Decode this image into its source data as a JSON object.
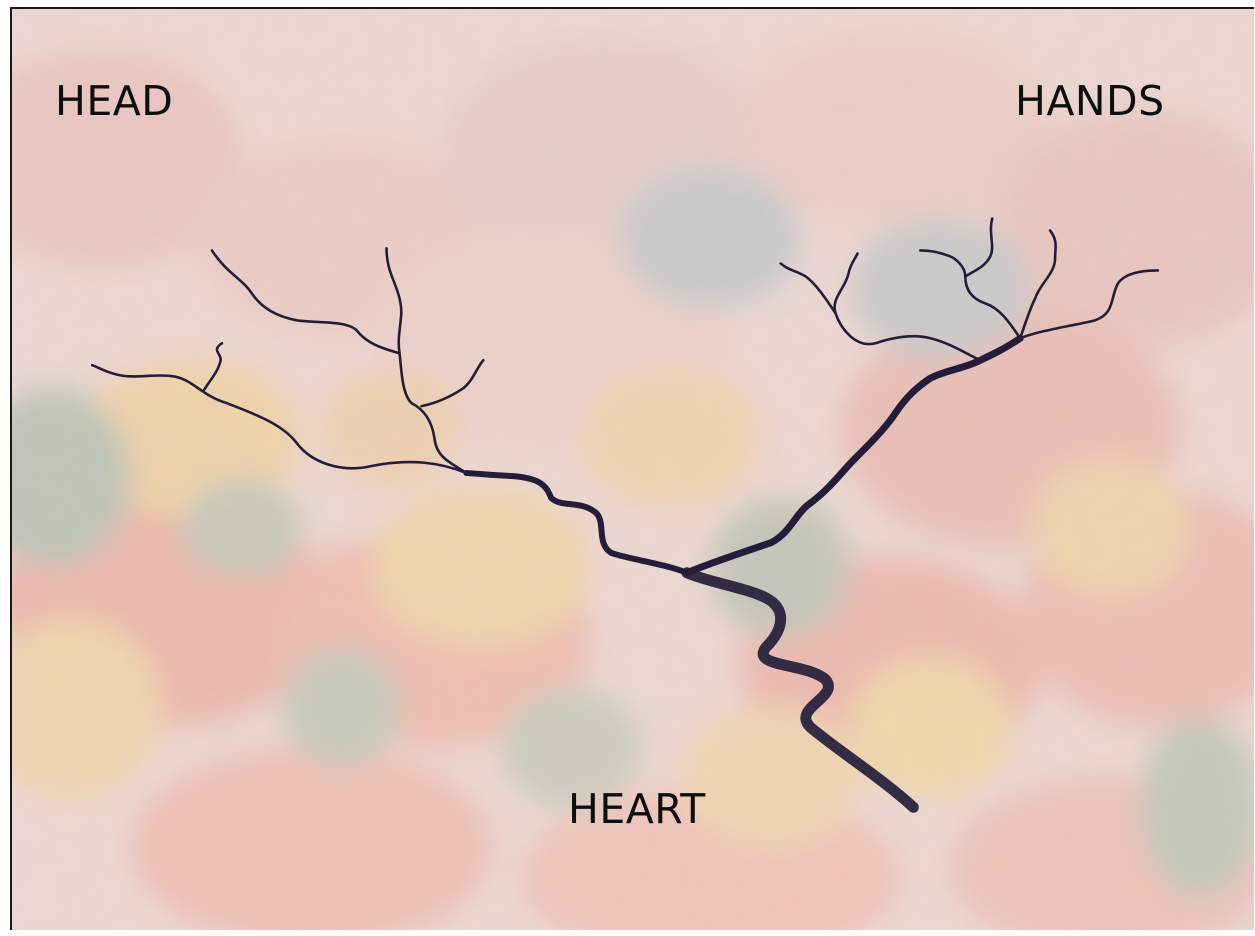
{
  "labels": {
    "head": "HEAD",
    "hands": "HANDS",
    "heart": "HEART"
  },
  "scene": {
    "description_icon": "autumn-forest-aerial",
    "river_color": "#241d3a",
    "foliage_colors": [
      "#e58a78",
      "#eebd6a",
      "#7f9a88",
      "#d8b4b4",
      "#f0d9cf"
    ]
  }
}
